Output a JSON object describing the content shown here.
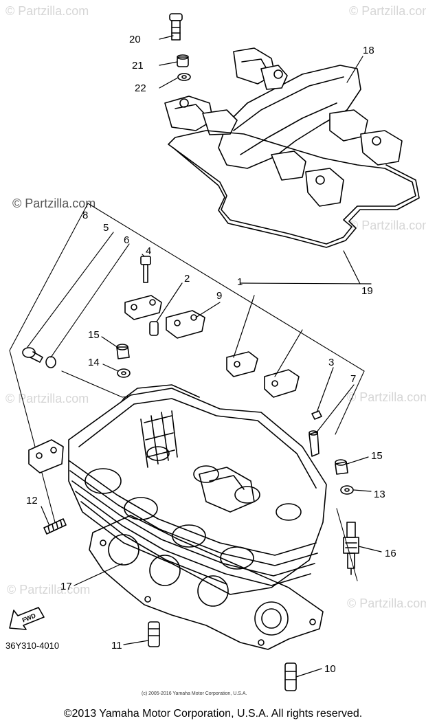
{
  "watermarks": {
    "faint": "© Partzilla.com",
    "dark": "© Partzilla.com"
  },
  "callouts": {
    "c1": "1",
    "c2": "2",
    "c3": "3",
    "c4": "4",
    "c5": "5",
    "c6": "6",
    "c7": "7",
    "c8": "8",
    "c9": "9",
    "c10": "10",
    "c11": "11",
    "c12": "12",
    "c13": "13",
    "c14": "14",
    "c15a": "15",
    "c15b": "15",
    "c16": "16",
    "c17": "17",
    "c18": "18",
    "c19": "19",
    "c20": "20",
    "c21": "21",
    "c22": "22"
  },
  "diagram_code": "36Y310-4010",
  "direction_badge": "FWD",
  "inner_copyright": "(c) 2005-2016 Yamaha Motor Corporation, U.S.A.",
  "footer": "©2013 Yamaha Motor Corporation, U.S.A. All rights reserved."
}
